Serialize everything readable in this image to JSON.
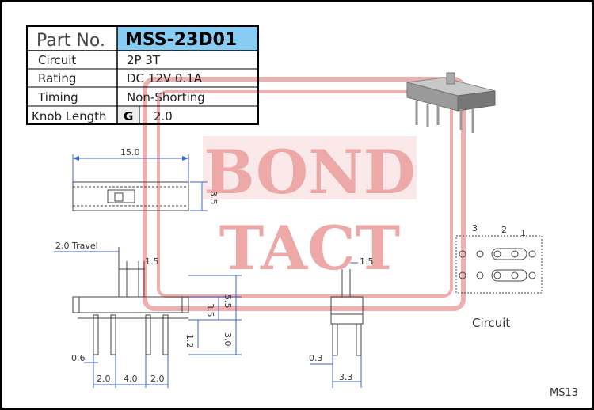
{
  "spec_table": {
    "rows": [
      {
        "label": "Part No.",
        "value": "MSS-23D01"
      },
      {
        "label": "Circuit",
        "value": "2P 3T"
      },
      {
        "label": "Rating",
        "value": "DC 12V 0.1A"
      },
      {
        "label": "Timing",
        "value": "Non-Shorting"
      },
      {
        "label": "Knob Length",
        "code": "G",
        "value": "2.0"
      }
    ],
    "highlight_color": "#87cdf3"
  },
  "watermark": {
    "line1": "BOND",
    "line2": "TACT",
    "color": "#e05050"
  },
  "dimensions": {
    "overall_width": "15.0",
    "body_height": "3.5",
    "travel": "2.0 Travel",
    "knob_width": "1.5",
    "side_knob": "1.5",
    "body_h_side": "3.5",
    "total_height": "5.5",
    "pin_length": "3.0",
    "pin_offset": "1.2",
    "pin_thickness": "0.6",
    "pitch_left": "2.0",
    "pitch_mid": "4.0",
    "pitch_right": "2.0",
    "end_pin": "0.3",
    "end_width": "3.3"
  },
  "circuit": {
    "label": "Circuit",
    "pins": [
      "3",
      "2",
      "1"
    ]
  },
  "model_code": "MS13"
}
